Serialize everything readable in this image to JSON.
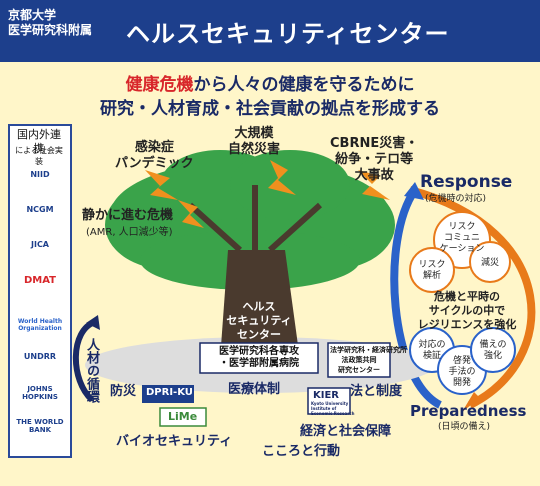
{
  "header": {
    "org_line1": "京都大学",
    "org_line2": "医学研究科附属",
    "title": "ヘルスセキュリティセンター"
  },
  "tagline": {
    "part1_red": "健康危機",
    "part1_rest": "から人々の健康を守るために",
    "part2": "研究・人材育成・社会貢献の拠点を形成する"
  },
  "partners": {
    "title": "国内外連携",
    "subtitle": "による社会実装",
    "logos": [
      "NIID",
      "NCGM",
      "JICA",
      "DMAT",
      "World Health Organization",
      "UNDRR",
      "JOHNS HOPKINS",
      "THE WORLD BANK"
    ]
  },
  "threats": {
    "infection": "感染症\nパンデミック",
    "disaster": "大規模\n自然災害",
    "cbrne": "CBRNE災害・\n紛争・テロ等\n大事故",
    "silent": "静かに進む危機",
    "silent_sub": "(AMR, 人口減少等)"
  },
  "tree": {
    "trunk_label": "ヘルス\nセキュリティ\nセンター",
    "left_circle": "人材の循環",
    "hospital_box": "医学研究科各専攻\n・医学部附属病院",
    "kier_box": "法学研究科・経済研究所\n法政策共同\n研究センター",
    "bousai": "防災",
    "dpri": "DPRI-KU",
    "iryou": "医療体制",
    "hou": "法と制度",
    "lime": "LiMe",
    "bio": "バイオセキュリティ",
    "kier": "KIER",
    "kier_sub": "Kyoto University\nInstitute of\nEconomic Research",
    "keizai": "経済と社会保障",
    "kokoro": "こころと行動"
  },
  "cycle": {
    "response": "Response",
    "response_sub": "(危機時の対応)",
    "risk_comm": "リスク\nコミュニ\nケーション",
    "risk_analysis": "リスク\n解析",
    "mitigation": "減災",
    "center_text": "危機と平時の\nサイクルの中で\nレジリエンスを強化",
    "measures": "対応の\n検証",
    "enlighten": "啓発\n手法の\n開発",
    "prepare": "備えの\n強化",
    "preparedness": "Preparedness",
    "preparedness_sub": "(日頃の備え)"
  },
  "colors": {
    "header_bg": "#1d3f8c",
    "accent_red": "#d8262a",
    "navy": "#1a2a66",
    "cycle_orange": "#e87a1a",
    "cycle_blue": "#2a62c9",
    "leaf_green": "#3aa34a",
    "bolt_orange": "#f0901e"
  }
}
